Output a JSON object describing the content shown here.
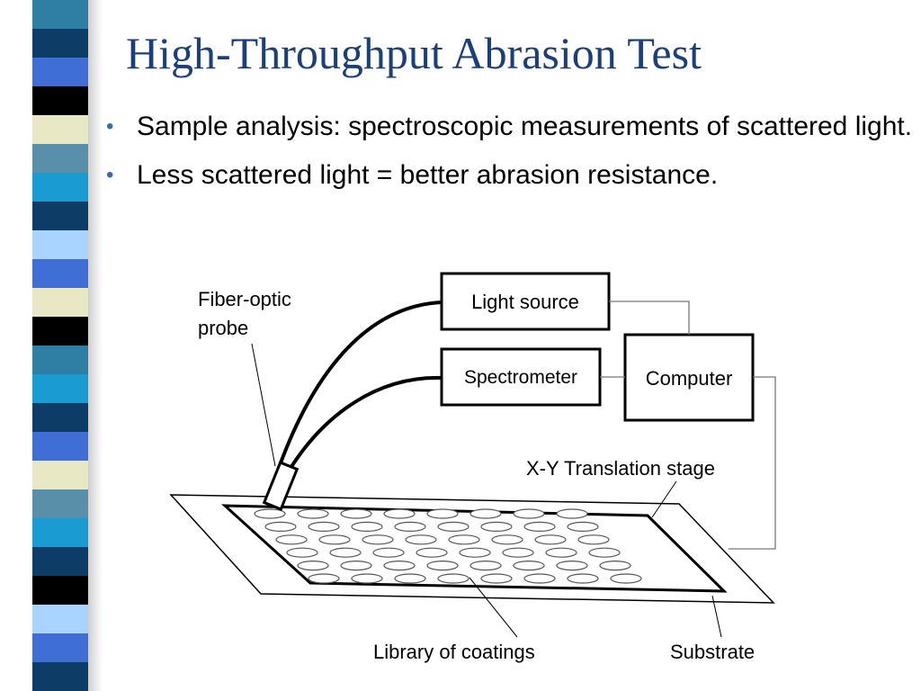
{
  "slide": {
    "title": "High-Throughput Abrasion Test",
    "bullets": [
      "Sample analysis: spectroscopic measurements of scattered light.",
      "Less scattered light = better abrasion resistance."
    ]
  },
  "diagram": {
    "labels": {
      "probe_line1": "Fiber-optic",
      "probe_line2": "probe",
      "light_source": "Light source",
      "spectrometer": "Spectrometer",
      "computer": "Computer",
      "stage": "X-Y Translation stage",
      "library": "Library of coatings",
      "substrate": "Substrate"
    }
  },
  "colors": {
    "title": "#1b3f7a",
    "bullet": "#2f6fb0",
    "stripes": [
      "#2e7fa3",
      "#0d3d66",
      "#3f6fd6",
      "#000000",
      "#e8e8c4",
      "#5a8faa",
      "#1a9bd1",
      "#a9d4ff"
    ]
  }
}
